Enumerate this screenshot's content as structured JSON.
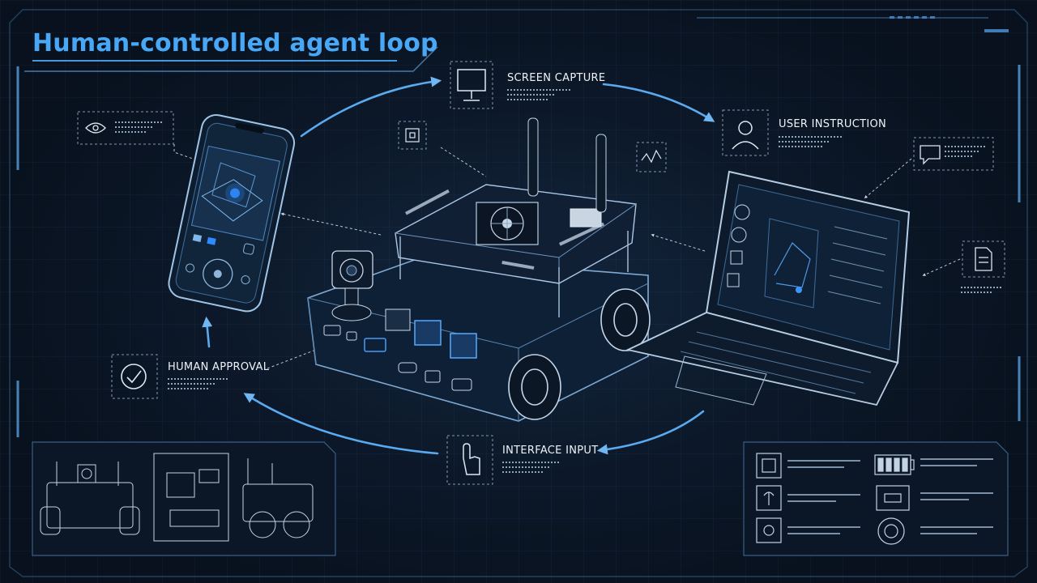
{
  "title": "Human-controlled agent loop",
  "nodes": {
    "screen_capture": {
      "label": "SCREEN CAPTURE",
      "icon": "monitor-icon"
    },
    "user_instruction": {
      "label": "USER INSTRUCTION",
      "icon": "user-icon"
    },
    "interface_input": {
      "label": "INTERFACE INPUT",
      "icon": "hand-pointer-icon"
    },
    "human_approval": {
      "label": "HUMAN APPROVAL",
      "icon": "checkmark-icon"
    }
  },
  "colors": {
    "accent": "#49a8f5",
    "line": "#7fb0dc",
    "background": "#0a1422",
    "panel_border": "#3a5f86"
  }
}
